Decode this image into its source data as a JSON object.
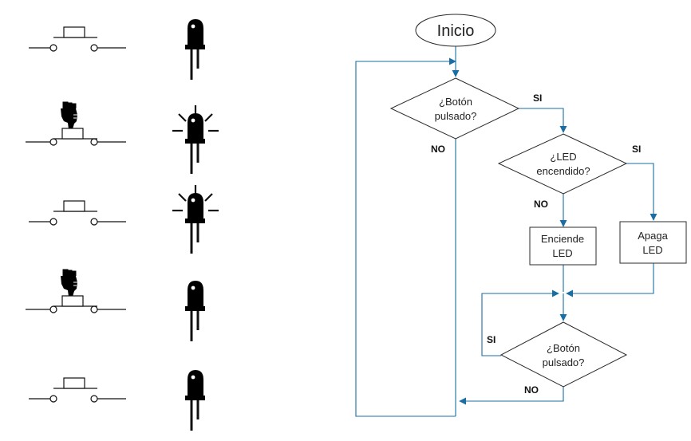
{
  "colors": {
    "flow_line": "#1a6ea3",
    "shape_stroke": "#2b2b2b",
    "text": "#222222",
    "background": "#ffffff"
  },
  "sequence": [
    {
      "button": "released",
      "led": "off"
    },
    {
      "button": "pressed",
      "led": "on"
    },
    {
      "button": "released",
      "led": "on"
    },
    {
      "button": "pressed",
      "led": "off"
    },
    {
      "button": "released",
      "led": "off"
    }
  ],
  "icons": {
    "button_released": "push-button-open-icon",
    "button_pressed": "push-button-pressed-icon",
    "finger": "pointing-finger-icon",
    "led_off": "led-off-icon",
    "led_on": "led-lit-icon"
  },
  "flowchart": {
    "start": "Inicio",
    "decision_button_1": [
      "¿Botón",
      "pulsado?"
    ],
    "decision_led": [
      "¿LED",
      "encendido?"
    ],
    "process_on": [
      "Enciende",
      "LED"
    ],
    "process_off": [
      "Apaga",
      "LED"
    ],
    "decision_button_2": [
      "¿Botón",
      "pulsado?"
    ],
    "labels": {
      "yes_1": "SI",
      "no_1": "NO",
      "yes_led": "SI",
      "no_led": "NO",
      "yes_2": "SI",
      "no_2": "NO"
    }
  }
}
